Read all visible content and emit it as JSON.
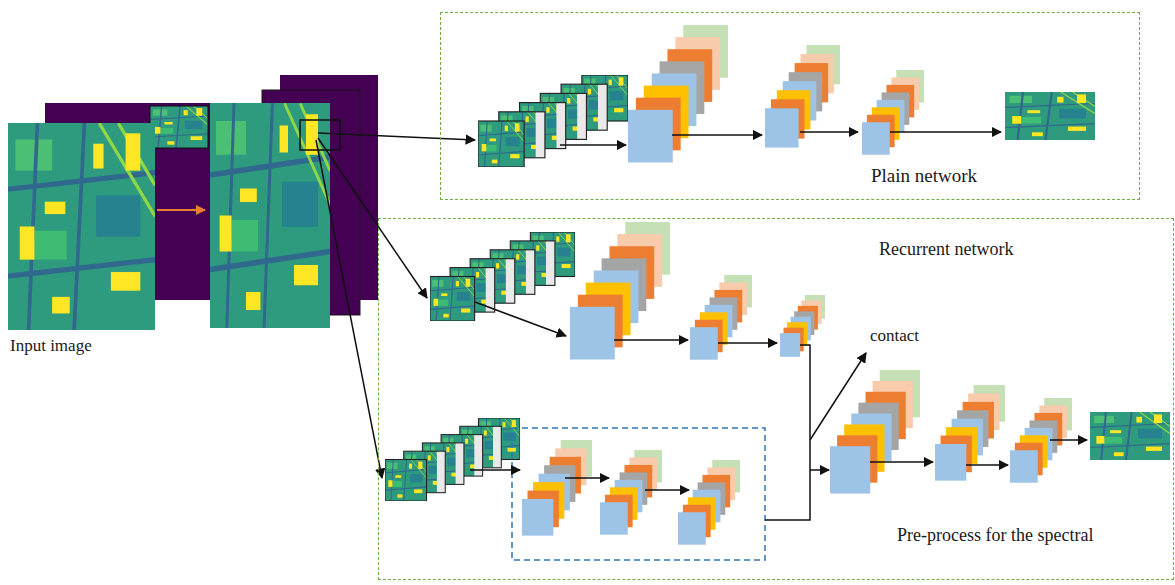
{
  "diagram": {
    "nodes": [
      {
        "text": [
          "Plain network"
        ]
      },
      {
        "text": [
          "Recurrent network",
          "Pre-process for the spectral"
        ]
      }
    ],
    "labels": [
      "Input image",
      "contact"
    ]
  }
}
